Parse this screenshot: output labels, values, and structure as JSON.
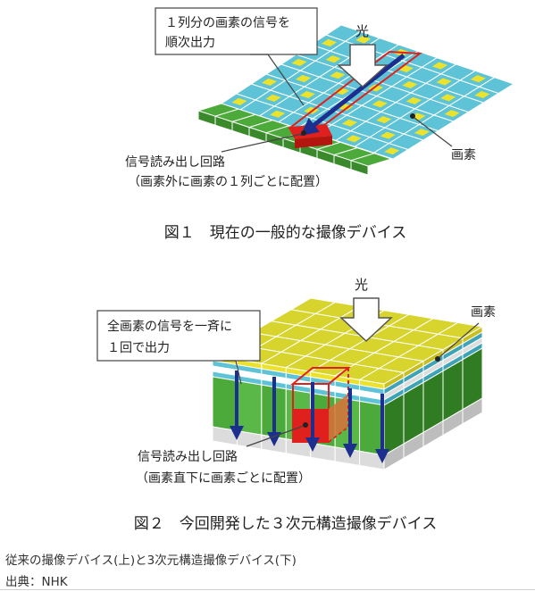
{
  "figure1": {
    "light_label": "光",
    "callout_line1": "１列分の画素の信号を",
    "callout_line2": "順次出力",
    "circuit_label": "信号読み出し回路",
    "circuit_note": "（画素外に画素の１列ごとに配置）",
    "pixel_label": "画素",
    "caption": "図１　現在の一般的な撮像デバイス"
  },
  "figure2": {
    "light_label": "光",
    "callout_line1": "全画素の信号を一斉に",
    "callout_line2": "１回で出力",
    "pixel_label": "画素",
    "circuit_label": "信号読み出し回路",
    "circuit_note": "（画素直下に画素ごとに配置）",
    "caption": "図２　今回開発した３次元構造撮像デバイス"
  },
  "footer": {
    "description": "従来の撮像デバイス(上)と3次元構造撮像デバイス(下)",
    "source": "出典：NHK"
  },
  "colors": {
    "pixel_cyan": "#5ec3d6",
    "pixel_yellow": "#ece22c",
    "circuit_green": "#4caa3a",
    "readout_red": "#e0201c",
    "arrow_blue": "#1c2f8e",
    "stack_yellow": "#d8d42e"
  }
}
